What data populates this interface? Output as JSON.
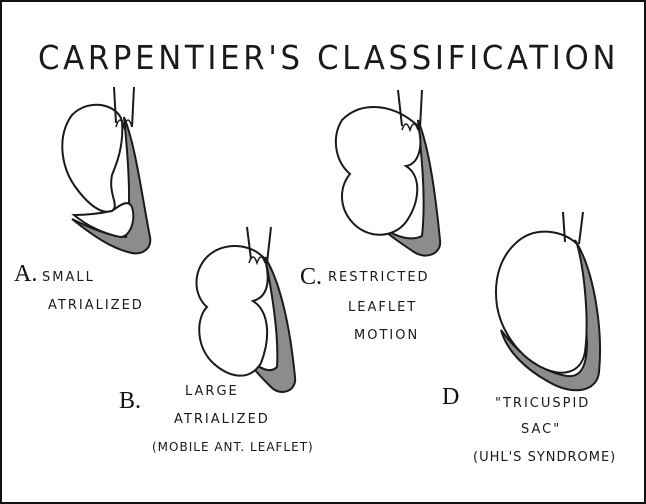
{
  "title": "CARPENTIER'S CLASSIFICATION",
  "types": [
    {
      "letter": "A.",
      "lines": [
        "SMALL",
        "ATRIALIZED"
      ]
    },
    {
      "letter": "B.",
      "lines": [
        "LARGE",
        "ATRIALIZED",
        "(MOBILE ANT. LEAFLET)"
      ]
    },
    {
      "letter": "C.",
      "lines": [
        "RESTRICTED",
        "LEAFLET",
        "MOTION"
      ]
    },
    {
      "letter": "D",
      "lines": [
        "\"TRICUSPID",
        "SAC\"",
        "(UHL'S SYNDROME)"
      ]
    }
  ],
  "colors": {
    "ink": "#1a1a1a",
    "shade": "#8c8c8c",
    "background": "#ffffff"
  }
}
